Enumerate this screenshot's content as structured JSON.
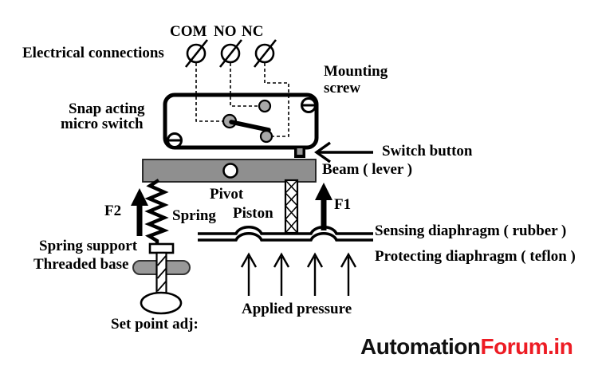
{
  "colors": {
    "background": "#ffffff",
    "ink": "#000000",
    "beam_gray": "#8f8f8f",
    "contact_gray": "#a8a8a8",
    "base_gray": "#999999",
    "button_gray": "#9a9a9a",
    "logo_black": "#111111",
    "logo_red": "#ed1c24"
  },
  "diagram": {
    "terminals": {
      "com": "COM",
      "no": "NO",
      "nc": "NC"
    },
    "labels": {
      "electrical_connections": "Electrical connections",
      "snap_acting_line1": "Snap acting",
      "snap_acting_line2": "micro switch",
      "mounting_line1": "Mounting",
      "mounting_line2": "screw",
      "switch_button": "Switch button",
      "beam_lever": "Beam ( lever )",
      "pivot": "Pivot",
      "piston": "Piston",
      "spring": "Spring",
      "f1": "F1",
      "f2": "F2",
      "sensing_diaphragm": "Sensing diaphragm ( rubber )",
      "protecting_diaphragm": "Protecting diaphragm ( teflon )",
      "spring_support": "Spring support",
      "threaded_base": "Threaded base",
      "set_point_adj": "Set point adj:",
      "applied_pressure": "Applied pressure"
    }
  },
  "branding": {
    "logo_black": "Automation",
    "logo_red": "Forum.in"
  }
}
